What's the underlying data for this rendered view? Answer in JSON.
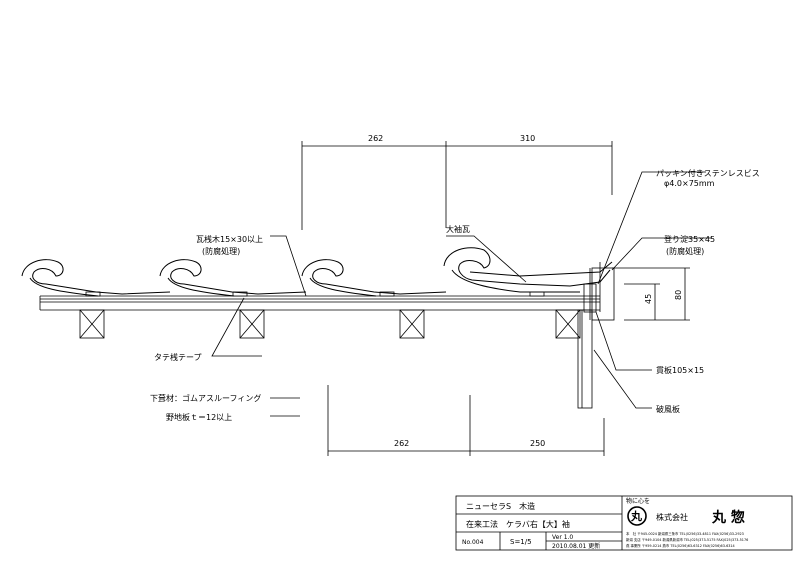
{
  "dimensions": {
    "top_left": "262",
    "top_right": "310",
    "bottom_left": "262",
    "bottom_right": "250",
    "side_45": "45",
    "side_80": "80"
  },
  "labels": {
    "batten": "瓦桟木15×30以上",
    "batten_treat": "(防腐処理)",
    "ohsode": "大袖瓦",
    "screw": "パッキン付きステンレスビス",
    "screw_size": "φ4.0×75mm",
    "noboriyodo": "登り淀35×45",
    "noboriyodo_treat": "(防腐処理)",
    "tate_tape": "タテ桟テープ",
    "nuki": "貫板105×15",
    "hafu": "破風板",
    "underlay": "下葺材：ゴムアスルーフィング",
    "sheathing": "野地板ｔ＝12以上"
  },
  "title_block": {
    "product": "ニューセラS　木造",
    "method": "在来工法　ケラバ右【大】袖",
    "drawing_no": "No.004",
    "scale": "S=1/5",
    "version": "Ver 1.0",
    "date": "2010.08.01 更新",
    "motto": "物に心を",
    "stamp": "丸",
    "company": "株式会社",
    "company_name": "丸 惣",
    "address_lines": [
      "本　社 〒945-0024 新潟県三条市 TEL(0256)33-4811 FAX(0256)33-2923",
      "新潟 支店 〒949-0104 新潟県新潟市 TEL(025)373-5175 FAX(025)373-5176",
      "燕 事業所 〒959-0214 燕市 TEL(0256)63-6312 FAX(0256)63-6314"
    ]
  }
}
